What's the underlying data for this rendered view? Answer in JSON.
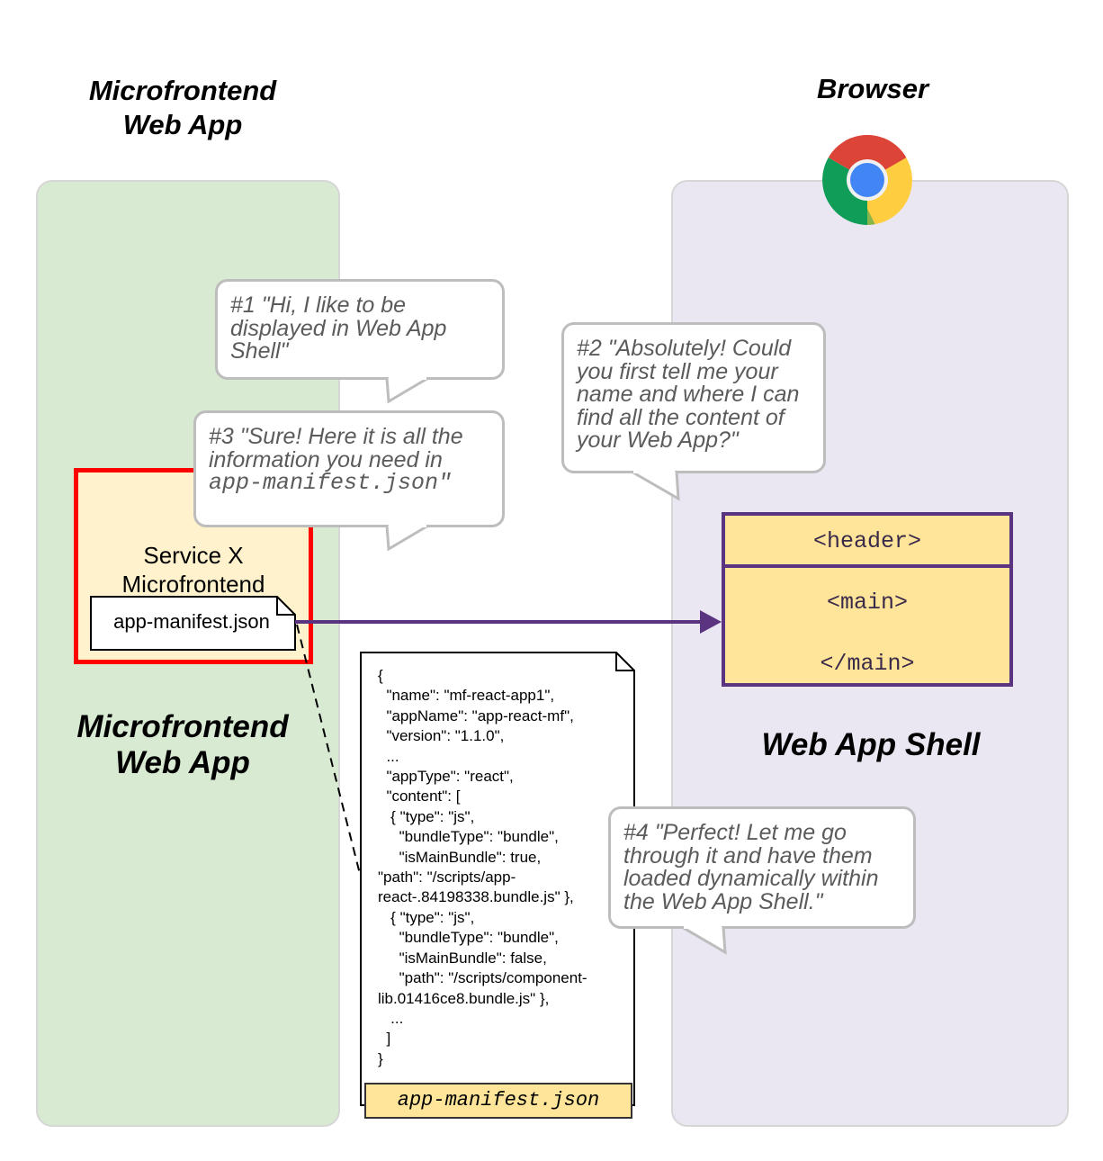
{
  "columns": {
    "left_title": [
      "Microfrontend",
      "Web App"
    ],
    "right_title": "Browser"
  },
  "lanes": {
    "left_label": [
      "Microfrontend",
      "Web App"
    ],
    "right_label": "Web App Shell",
    "left_color": "#d9ead3",
    "right_color": "#eae7f3"
  },
  "service_box": {
    "title": [
      "Service X",
      "Microfrontend"
    ],
    "manifest_label": "app-manifest.json",
    "border_color": "#ff0000",
    "fill_color": "#fff2cc"
  },
  "shell_box": {
    "header": "<header>",
    "main_open": "<main>",
    "main_close": "</main>",
    "border_color": "#5a3381",
    "fill_color": "#ffe599"
  },
  "bubbles": [
    {
      "id": 1,
      "lines": [
        "#1 \"Hi, I like to be",
        "displayed in Web App",
        "Shell\""
      ]
    },
    {
      "id": 2,
      "lines": [
        "#2 \"Absolutely! Could",
        "you first tell me your",
        "name and where I can",
        "find all the content of",
        "your Web App?\""
      ]
    },
    {
      "id": 3,
      "lines": [
        "#3 \"Sure! Here it is all the",
        "information you need in"
      ],
      "mono_line": "app-manifest.json\""
    },
    {
      "id": 4,
      "lines": [
        "#4 \"Perfect! Let me go",
        "through it and have them",
        "loaded dynamically within",
        "the Web App Shell.\""
      ]
    }
  ],
  "manifest_doc": {
    "code_lines": [
      "{",
      "  \"name\": \"mf-react-app1\",",
      "  \"appName\": \"app-react-mf\",",
      "  \"version\": \"1.1.0\",",
      "  ...",
      "  \"appType\": \"react\",",
      "  \"content\": [",
      "   { \"type\": \"js\",",
      "     \"bundleType\": \"bundle\",",
      "     \"isMainBundle\": true,",
      "\"path\": \"/scripts/app-",
      "react-.84198338.bundle.js\" },",
      "   { \"type\": \"js\",",
      "     \"bundleType\": \"bundle\",",
      "     \"isMainBundle\": false,",
      "     \"path\": \"/scripts/component-",
      "lib.01416ce8.bundle.js\" },",
      "   ...",
      "  ]",
      "}"
    ],
    "footer": "app-manifest.json"
  },
  "icons": {
    "browser_logo": "chrome-logo-icon"
  },
  "colors": {
    "arrow": "#5a3381",
    "bubble_border": "#bdbdbd",
    "bubble_text": "#5b5b5b"
  }
}
